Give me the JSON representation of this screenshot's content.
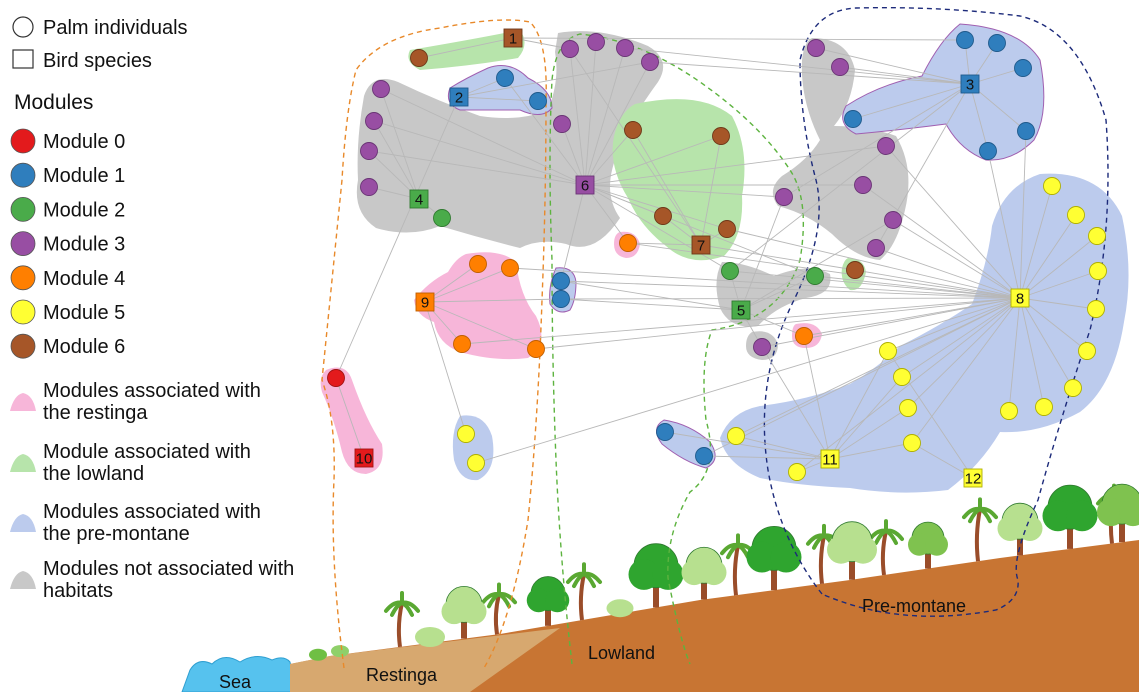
{
  "legend": {
    "palm_label": "Palm individuals",
    "bird_label": "Bird species",
    "modules_title": "Modules",
    "modules": [
      {
        "label": "Module 0",
        "color": "#e31a1c"
      },
      {
        "label": "Module 1",
        "color": "#2f7ebd"
      },
      {
        "label": "Module 2",
        "color": "#4aab4a"
      },
      {
        "label": "Module 3",
        "color": "#984ea3"
      },
      {
        "label": "Module 4",
        "color": "#ff7f00"
      },
      {
        "label": "Module 5",
        "color": "#ffff33"
      },
      {
        "label": "Module 6",
        "color": "#a65628"
      }
    ],
    "habitat_assoc": [
      {
        "line1": "Modules associated with",
        "line2": "the restinga",
        "color": "#f7b6d9"
      },
      {
        "line1": "Module associated with",
        "line2": "the lowland",
        "color": "#b7e4ab"
      },
      {
        "line1": "Modules associated with",
        "line2": "the pre-montane",
        "color": "#bccbed"
      },
      {
        "line1": "Modules not associated with",
        "line2": "habitats",
        "color": "#c8c8c8"
      }
    ]
  },
  "habitats": {
    "sea": "Sea",
    "restinga": "Restinga",
    "lowland": "Lowland",
    "premontane": "Pre-montane"
  },
  "colors": {
    "edge": "#b8b8b8",
    "restinga_boundary": "#e8892a",
    "lowland_boundary": "#5db33f",
    "premontane_boundary": "#1c2a7a",
    "ground": "#c87533",
    "sea": "#56c2ee"
  },
  "birds": [
    {
      "label": "1",
      "module": 6
    },
    {
      "label": "2",
      "module": 1
    },
    {
      "label": "3",
      "module": 1
    },
    {
      "label": "4",
      "module": 2
    },
    {
      "label": "5",
      "module": 2
    },
    {
      "label": "6",
      "module": 3
    },
    {
      "label": "7",
      "module": 6
    },
    {
      "label": "8",
      "module": 5
    },
    {
      "label": "9",
      "module": 4
    },
    {
      "label": "10",
      "module": 0
    },
    {
      "label": "11",
      "module": 5
    },
    {
      "label": "12",
      "module": 5
    }
  ]
}
